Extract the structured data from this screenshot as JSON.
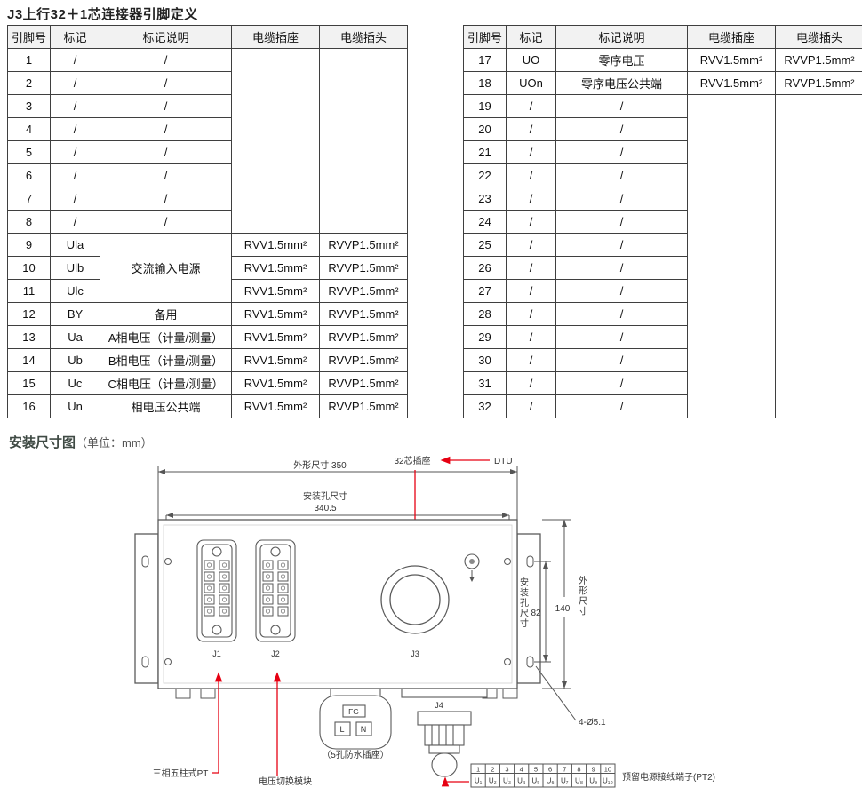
{
  "page": {
    "title": "J3上行32＋1芯连接器引脚定义",
    "section_title": "安装尺寸图",
    "section_unit": "（单位：mm）"
  },
  "colors": {
    "accent_red": "#e60012",
    "heading": "#3f4a44",
    "line": "#555555",
    "header_bg": "#f2f2f2"
  },
  "table": {
    "headers": [
      "引脚号",
      "标记",
      "标记说明",
      "电缆插座",
      "电缆插头"
    ],
    "left_rows": [
      {
        "c": [
          "1",
          "/",
          "/",
          {
            "t": "",
            "rs": 8
          },
          {
            "t": "",
            "rs": 8
          }
        ]
      },
      {
        "c": [
          "2",
          "/",
          "/"
        ]
      },
      {
        "c": [
          "3",
          "/",
          "/"
        ]
      },
      {
        "c": [
          "4",
          "/",
          "/"
        ]
      },
      {
        "c": [
          "5",
          "/",
          "/"
        ]
      },
      {
        "c": [
          "6",
          "/",
          "/"
        ]
      },
      {
        "c": [
          "7",
          "/",
          "/"
        ]
      },
      {
        "c": [
          "8",
          "/",
          "/"
        ]
      },
      {
        "c": [
          "9",
          "Ula",
          {
            "t": "交流输入电源",
            "rs": 3
          },
          "RVV1.5mm²",
          "RVVP1.5mm²"
        ]
      },
      {
        "c": [
          "10",
          "Ulb",
          "RVV1.5mm²",
          "RVVP1.5mm²"
        ]
      },
      {
        "c": [
          "11",
          "Ulc",
          "RVV1.5mm²",
          "RVVP1.5mm²"
        ]
      },
      {
        "c": [
          "12",
          "BY",
          "备用",
          "RVV1.5mm²",
          "RVVP1.5mm²"
        ]
      },
      {
        "c": [
          "13",
          "Ua",
          "A相电压（计量/测量）",
          "RVV1.5mm²",
          "RVVP1.5mm²"
        ]
      },
      {
        "c": [
          "14",
          "Ub",
          "B相电压（计量/测量）",
          "RVV1.5mm²",
          "RVVP1.5mm²"
        ]
      },
      {
        "c": [
          "15",
          "Uc",
          "C相电压（计量/测量）",
          "RVV1.5mm²",
          "RVVP1.5mm²"
        ]
      },
      {
        "c": [
          "16",
          "Un",
          "相电压公共端",
          "RVV1.5mm²",
          "RVVP1.5mm²"
        ]
      }
    ],
    "right_rows": [
      {
        "c": [
          "17",
          "UO",
          "零序电压",
          "RVV1.5mm²",
          "RVVP1.5mm²"
        ]
      },
      {
        "c": [
          "18",
          "UOn",
          "零序电压公共端",
          "RVV1.5mm²",
          "RVVP1.5mm²"
        ]
      },
      {
        "c": [
          "19",
          "/",
          "/",
          {
            "t": "",
            "rs": 14
          },
          {
            "t": "",
            "rs": 14
          }
        ]
      },
      {
        "c": [
          "20",
          "/",
          "/"
        ]
      },
      {
        "c": [
          "21",
          "/",
          "/"
        ]
      },
      {
        "c": [
          "22",
          "/",
          "/"
        ]
      },
      {
        "c": [
          "23",
          "/",
          "/"
        ]
      },
      {
        "c": [
          "24",
          "/",
          "/"
        ]
      },
      {
        "c": [
          "25",
          "/",
          "/"
        ]
      },
      {
        "c": [
          "26",
          "/",
          "/"
        ]
      },
      {
        "c": [
          "27",
          "/",
          "/"
        ]
      },
      {
        "c": [
          "28",
          "/",
          "/"
        ]
      },
      {
        "c": [
          "29",
          "/",
          "/"
        ]
      },
      {
        "c": [
          "30",
          "/",
          "/"
        ]
      },
      {
        "c": [
          "31",
          "/",
          "/"
        ]
      },
      {
        "c": [
          "32",
          "/",
          "/"
        ]
      }
    ]
  },
  "diagram": {
    "overall_width": "外形尺寸 350",
    "mount_width_label": "安装孔尺寸",
    "mount_width_value": "340.5",
    "socket32_label": "32芯插座",
    "dtu_label": "DTU",
    "mount_height_label": "安装孔尺寸",
    "mount_height_value": "82",
    "overall_height_value": "140",
    "overall_height_label": "外形尺寸",
    "holes_label": "4-Ø5.1",
    "j1_label": "J1",
    "j2_label": "J2",
    "j3_label": "J3",
    "j4_label": "J4",
    "fg_label": "FG",
    "l_label": "L",
    "n_label": "N",
    "waterproof_label": "（5孔防水插座）",
    "pt_label": "三相五柱式PT",
    "switch_label": "电压切换模块",
    "pt2_label": "预留电源接线端子(PT2)",
    "strip_numbers": [
      "1",
      "2",
      "3",
      "4",
      "5",
      "6",
      "7",
      "8",
      "9",
      "10"
    ],
    "strip_cells": [
      "U₁",
      "U₂",
      "U₃",
      "U₄",
      "U₅",
      "U₆",
      "U₇",
      "U₈",
      "U₉",
      "U₁₀"
    ]
  }
}
